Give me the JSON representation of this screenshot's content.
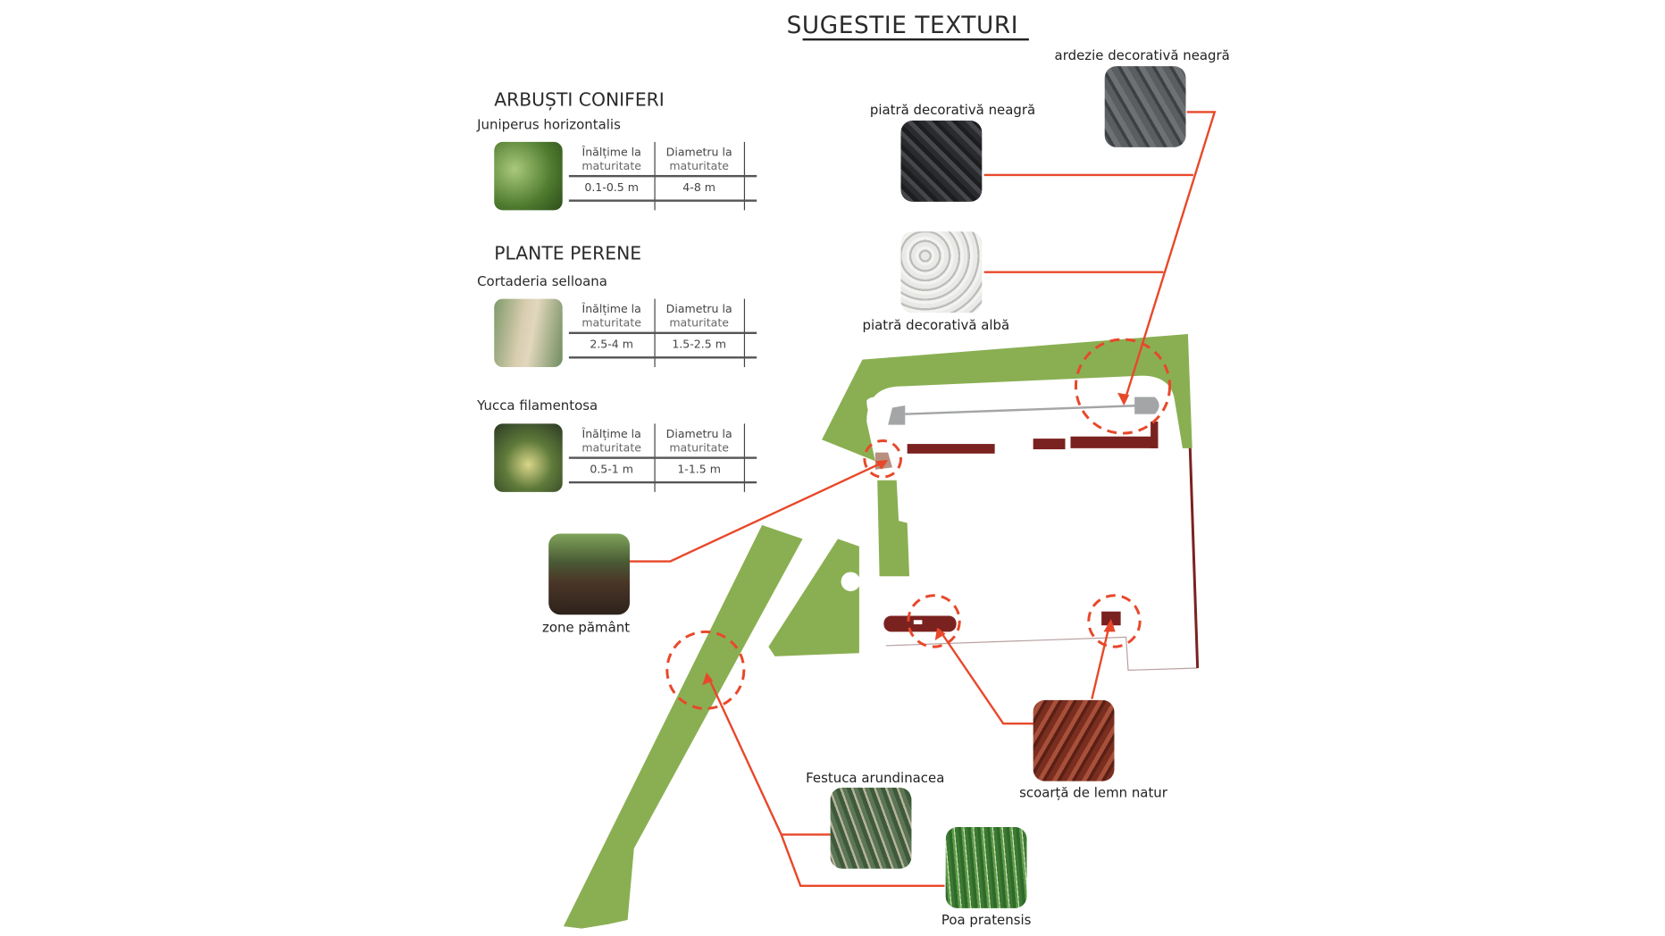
{
  "title": "SUGESTIE TEXTURI",
  "sections": {
    "shrubs": "ARBUȘTI CONIFERI",
    "perennials": "PLANTE PERENE"
  },
  "table_headers": {
    "height_line1": "Înălțime la",
    "height_line2": "maturitate",
    "diameter_line1": "Diametru la",
    "diameter_line2": "maturitate"
  },
  "plants": [
    {
      "name": "Juniperus horizontalis",
      "height": "0.1-0.5 m",
      "diameter": "4-8 m"
    },
    {
      "name": "Cortaderia selloana",
      "height": "2.5-4 m",
      "diameter": "1.5-2.5 m"
    },
    {
      "name": "Yucca filamentosa",
      "height": "0.5-1 m",
      "diameter": "1-1.5 m"
    }
  ],
  "textures": {
    "ardezie": "ardezie decorativă neagră",
    "piatra_neagra": "piatră decorativă neagră",
    "piatra_alba": "piatră decorativă albă",
    "zone_pamant": "zone pământ",
    "scoarta": "scoarță de lemn natur",
    "festuca": "Festuca arundinacea",
    "poa": "Poa pratensis"
  },
  "colors": {
    "accent": "#e8482a",
    "green": "#8aaf52",
    "brown": "#7a2220",
    "gray": "#a3a5a6"
  }
}
